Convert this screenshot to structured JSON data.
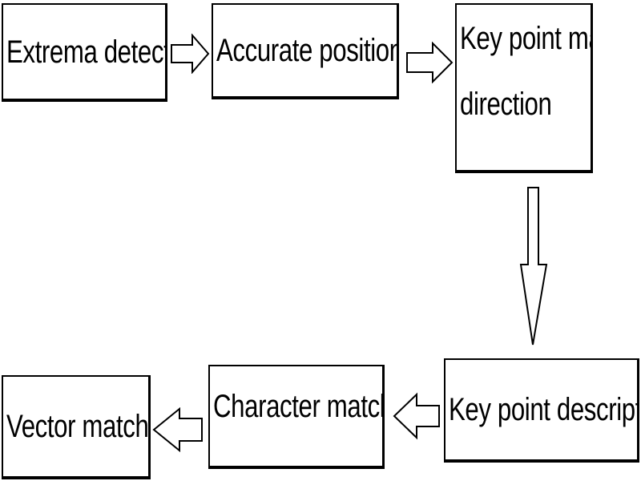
{
  "diagram": {
    "nodes": [
      {
        "id": "extrema",
        "label": "Extrema detection"
      },
      {
        "id": "accurate",
        "label": "Accurate positioning"
      },
      {
        "id": "keypoint-main",
        "label_line1": "Key point main",
        "label_line2": "direction"
      },
      {
        "id": "keypoint-desc",
        "label": "Key point description"
      },
      {
        "id": "character",
        "label": "Character matching"
      },
      {
        "id": "vector",
        "label": "Vector matching"
      }
    ],
    "edges": [
      {
        "from": "extrema",
        "to": "accurate"
      },
      {
        "from": "accurate",
        "to": "keypoint-main"
      },
      {
        "from": "keypoint-main",
        "to": "keypoint-desc"
      },
      {
        "from": "keypoint-desc",
        "to": "character"
      },
      {
        "from": "character",
        "to": "vector"
      }
    ]
  }
}
